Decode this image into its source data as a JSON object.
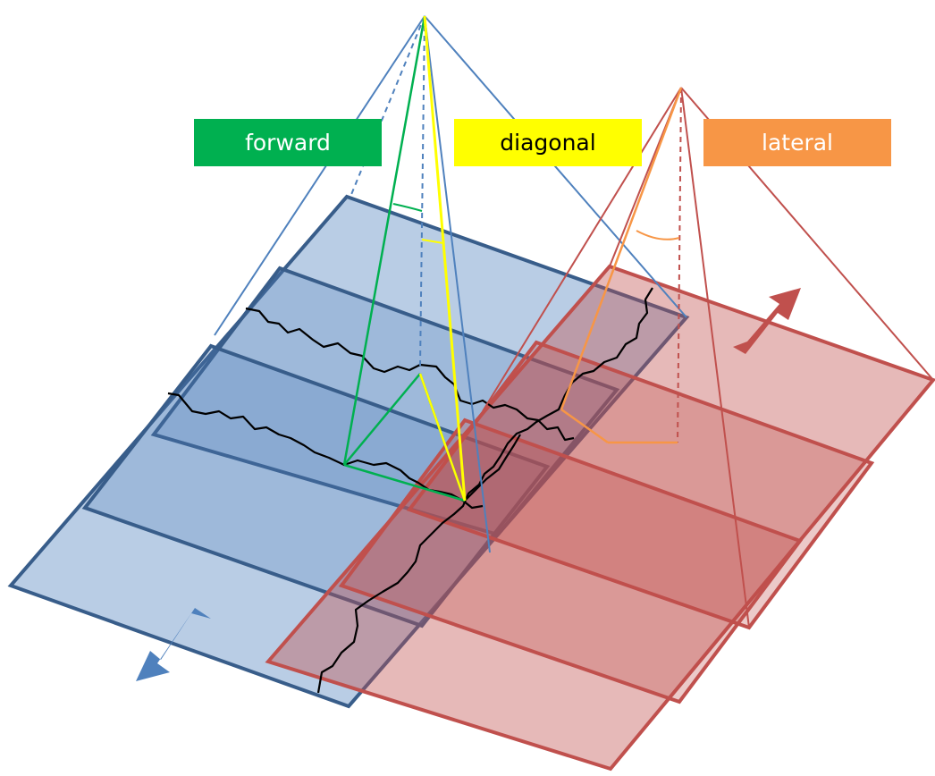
{
  "labels": {
    "forward": "forward",
    "diagonal": "diagonal",
    "lateral": "lateral"
  },
  "colors": {
    "forward": "#00b050",
    "diagonal": "#ffff00",
    "lateral": "#f79646",
    "blue_fill": "#4f81bd",
    "blue_stroke": "#385d8a",
    "red_fill": "#c0504d",
    "red_stroke": "#c0504d",
    "track": "#000000"
  }
}
